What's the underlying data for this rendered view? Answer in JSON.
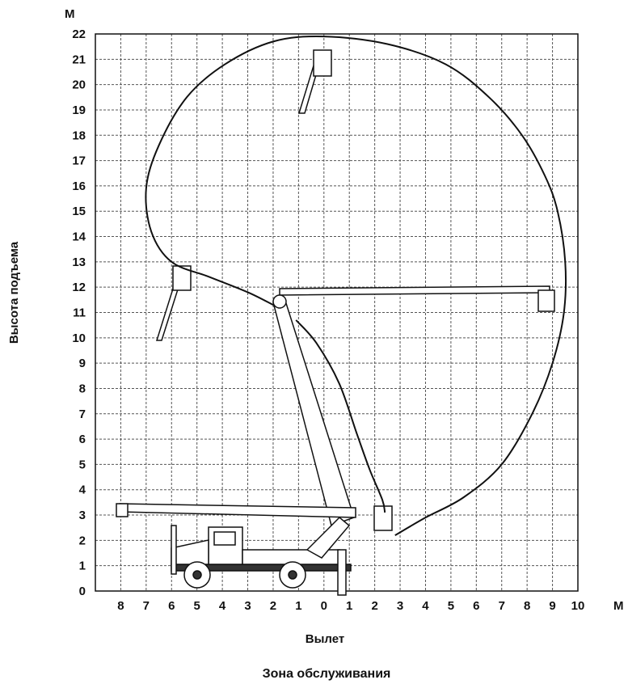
{
  "caption": "Зона обслуживания",
  "chart_data": {
    "type": "diagram",
    "xlabel": "Вылет",
    "ylabel": "Высота подъема",
    "x_unit": "М",
    "y_unit": "М",
    "x_tick_labels": [
      "8",
      "7",
      "6",
      "5",
      "4",
      "3",
      "2",
      "1",
      "0",
      "1",
      "2",
      "3",
      "4",
      "5",
      "6",
      "7",
      "8",
      "9",
      "10"
    ],
    "y_ticks": [
      0,
      1,
      2,
      3,
      4,
      5,
      6,
      7,
      8,
      9,
      10,
      11,
      12,
      13,
      14,
      15,
      16,
      17,
      18,
      19,
      20,
      21,
      22
    ],
    "xlim": [
      -9,
      10
    ],
    "ylim": [
      0,
      22
    ],
    "grid": true,
    "work_zone_boundary": [
      [
        2.8,
        2.2
      ],
      [
        4.0,
        2.9
      ],
      [
        5.5,
        3.7
      ],
      [
        7.0,
        5.0
      ],
      [
        8.2,
        7.0
      ],
      [
        9.0,
        9.0
      ],
      [
        9.45,
        11.0
      ],
      [
        9.5,
        13.0
      ],
      [
        9.2,
        15.0
      ],
      [
        8.7,
        16.4
      ],
      [
        7.8,
        18.0
      ],
      [
        6.5,
        19.5
      ],
      [
        4.8,
        20.8
      ],
      [
        2.5,
        21.6
      ],
      [
        0.0,
        21.9
      ],
      [
        -2.0,
        21.7
      ],
      [
        -3.9,
        20.8
      ],
      [
        -5.4,
        19.5
      ],
      [
        -6.5,
        17.6
      ],
      [
        -7.0,
        15.9
      ],
      [
        -6.8,
        14.2
      ],
      [
        -6.0,
        13.0
      ],
      [
        -4.5,
        12.4
      ],
      [
        -3.0,
        11.8
      ],
      [
        -2.0,
        11.3
      ]
    ],
    "inner_curve": [
      [
        -1.1,
        10.7
      ],
      [
        -0.3,
        9.8
      ],
      [
        0.6,
        8.2
      ],
      [
        1.3,
        6.2
      ],
      [
        1.8,
        4.8
      ],
      [
        2.3,
        3.6
      ],
      [
        2.4,
        3.1
      ]
    ]
  }
}
